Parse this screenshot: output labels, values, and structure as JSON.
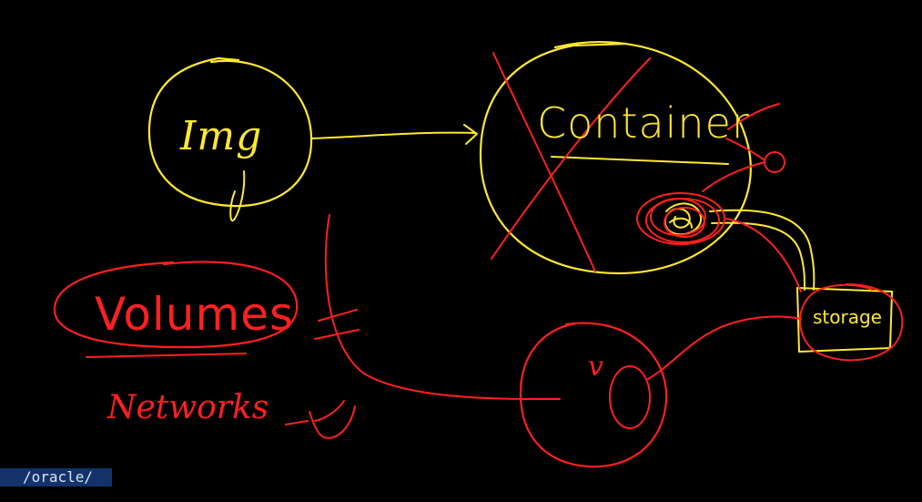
{
  "diagram": {
    "img_label": "Img",
    "container_label": "Container",
    "volumes_label": "Volumes",
    "networks_label": "Networks",
    "storage_label": "storage",
    "v_label": "v"
  },
  "colors": {
    "background": "#000000",
    "yellow_ink": "#ffe833",
    "red_ink": "#ff2020"
  },
  "status_bar": {
    "path": "/oracle/"
  }
}
